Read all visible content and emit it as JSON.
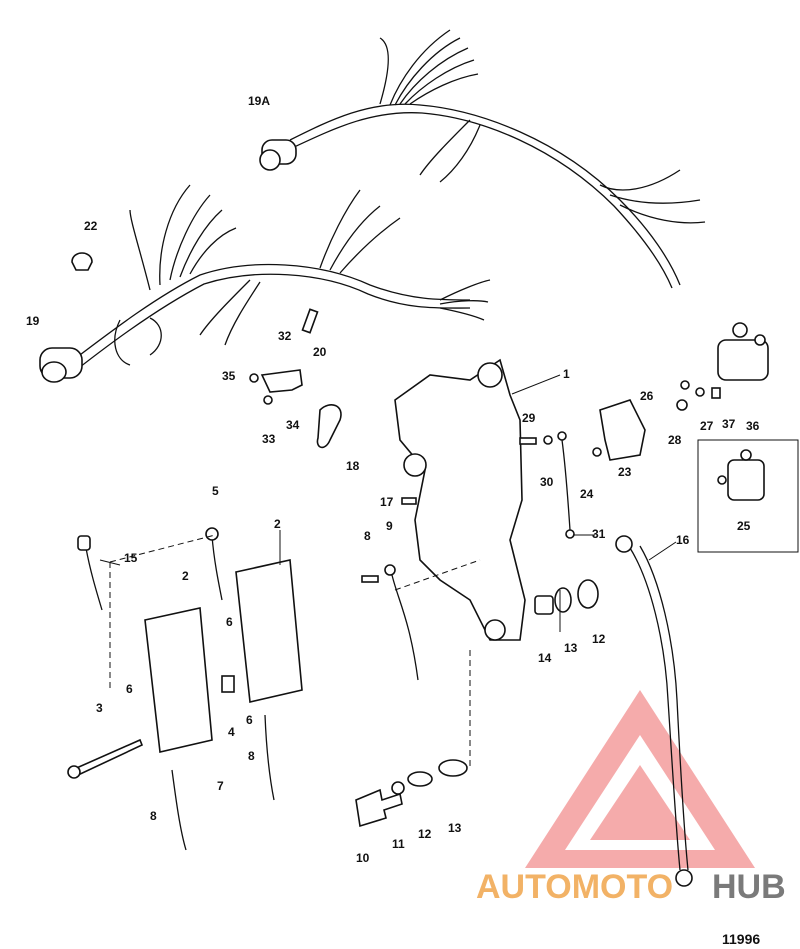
{
  "labels": {
    "l1": "1",
    "l2a": "2",
    "l2b": "2",
    "l3": "3",
    "l4": "4",
    "l5": "5",
    "l6a": "6",
    "l6b": "6",
    "l6c": "6",
    "l7": "7",
    "l8a": "8",
    "l8b": "8",
    "l8c": "8",
    "l9": "9",
    "l10": "10",
    "l11": "11",
    "l12a": "12",
    "l12b": "12",
    "l13a": "13",
    "l13b": "13",
    "l14": "14",
    "l15": "15",
    "l16": "16",
    "l17": "17",
    "l18": "18",
    "l19": "19",
    "l19a": "19A",
    "l20": "20",
    "l22": "22",
    "l23": "23",
    "l24": "24",
    "l25": "25",
    "l26": "26",
    "l27": "27",
    "l28": "28",
    "l29": "29",
    "l30": "30",
    "l31": "31",
    "l32": "32",
    "l33": "33",
    "l34": "34",
    "l35": "35",
    "l36": "36",
    "l37": "37"
  },
  "figure_number": "11996",
  "watermark": {
    "part1": "AUTOMOTO",
    "part2": "HUB",
    "color_triangle": "#f28b8b",
    "color_text1": "#f2b266",
    "color_text2": "#7a7a7a"
  }
}
